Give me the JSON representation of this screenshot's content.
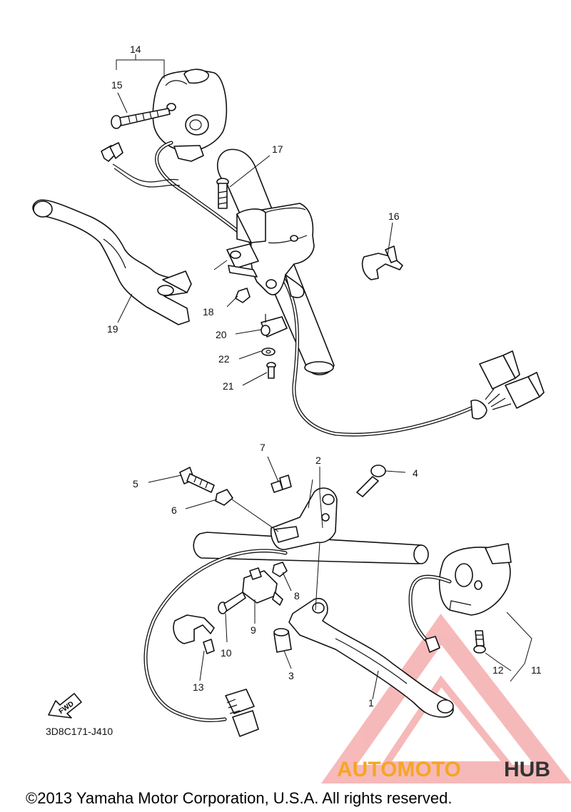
{
  "diagram": {
    "code": "3D8C171-J410",
    "copyright": "©2013 Yamaha Motor Corporation, U.S.A. All rights reserved.",
    "fwd_label": "FWD",
    "watermark": {
      "word1": "AUTOMOTO",
      "word2": "HUB",
      "color1": "#f5a623",
      "color2": "#333333",
      "triangle_color": "#f08080"
    },
    "labels": {
      "p1": "1",
      "p2": "2",
      "p3": "3",
      "p4": "4",
      "p5": "5",
      "p6": "6",
      "p7": "7",
      "p8": "8",
      "p9": "9",
      "p10": "10",
      "p11": "11",
      "p12": "12",
      "p13": "13",
      "p14": "14",
      "p15": "15",
      "p16": "16",
      "p17": "17",
      "p18": "18",
      "p19": "19",
      "p20": "20",
      "p21": "21",
      "p22": "22"
    }
  }
}
